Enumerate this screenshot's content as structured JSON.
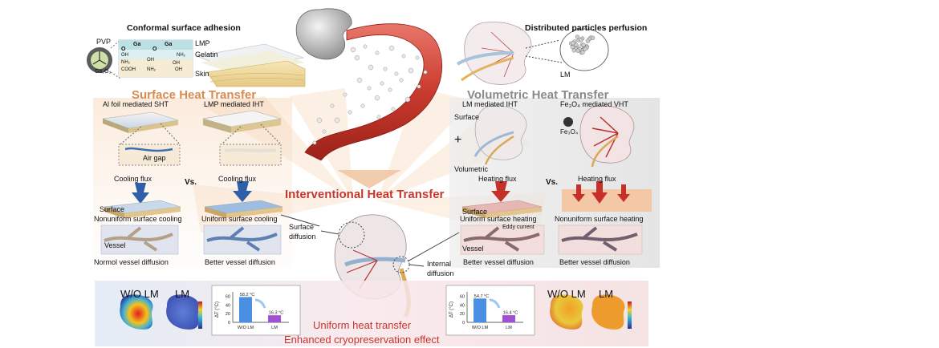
{
  "top": {
    "conformal_title": "Conformal surface adhesion",
    "distributed_title": "Distributed particles perfusion",
    "pvp": "PVP",
    "ga2o3": "Ga₂O₃",
    "lmp": "LMP",
    "gelatin": "Gelatin",
    "skin": "Skin",
    "lm": "LM",
    "chem": [
      "Ga",
      "Ga",
      "O",
      "O",
      "OH",
      "OH",
      "NH₂",
      "NH₂",
      "COOH",
      "NH₂",
      "OH",
      "OH"
    ]
  },
  "sections": {
    "surface_title": "Surface Heat Transfer",
    "volumetric_title": "Volumetric Heat Transfer",
    "interventional_title": "Interventional Heat Transfer"
  },
  "left": {
    "col1_header": "Al foil mediated SHT",
    "col2_header": "LMP mediated IHT",
    "air_gap": "Air gap",
    "cooling_flux_1": "Cooling flux",
    "cooling_flux_2": "Cooling flux",
    "vs": "Vs.",
    "surface": "Surface",
    "nonuniform_cooling": "Nonuniform surface cooling",
    "uniform_cooling": "Uniform surface cooling",
    "vessel": "Vessel",
    "normal_diffusion": "Normol vessel diffusion",
    "better_diffusion": "Better vessel diffusion"
  },
  "right": {
    "col1_header": "LM mediated IHT",
    "col2_header": "Fe₃O₄ mediated VHT",
    "surface": "Surface",
    "plus": "+",
    "volumetric": "Volumetric",
    "fe3o4": "Fe₃O₄",
    "heating_flux_1": "Heating flux",
    "heating_flux_2": "Heating flux",
    "vs": "Vs.",
    "surface2": "Surface",
    "uniform_heating": "Uniform surface heating",
    "nonuniform_heating": "Nonuniform surface heating",
    "eddy": "Eddy current",
    "vessel": "Vessel",
    "better_diffusion_1": "Better vessel diffusion",
    "better_diffusion_2": "Better vessel diffusion"
  },
  "center": {
    "surface_diffusion_1": "Surface",
    "surface_diffusion_2": "diffusion",
    "internal_diffusion_1": "Internal",
    "internal_diffusion_2": "diffusion"
  },
  "bottom": {
    "wo_lm_left": "W/O LM",
    "lm_left": "LM",
    "wo_lm_right": "W/O LM",
    "lm_right": "LM",
    "uniform_heat": "Uniform heat transfer",
    "enhanced": "Enhanced cryopreservation effect",
    "colors": {
      "wo": "#4a90e2",
      "lm": "#a34fd1",
      "arrow": "#9bc9f0"
    }
  },
  "chart_data": [
    {
      "type": "bar",
      "categories": [
        "W/O LM",
        "LM"
      ],
      "values": [
        58.2,
        16.3
      ],
      "value_labels": [
        "58.2 °C",
        "16.3 °C"
      ],
      "ylabel": "ΔT (°C)",
      "yticks": [
        "0",
        "20",
        "40",
        "60"
      ],
      "ylim": [
        0,
        70
      ]
    },
    {
      "type": "bar",
      "categories": [
        "W/O LM",
        "LM"
      ],
      "values": [
        54.7,
        16.4
      ],
      "value_labels": [
        "54.7 °C",
        "16.4 °C"
      ],
      "ylabel": "ΔT (°C)",
      "yticks": [
        "0",
        "20",
        "40",
        "60"
      ],
      "ylim": [
        0,
        70
      ]
    }
  ]
}
